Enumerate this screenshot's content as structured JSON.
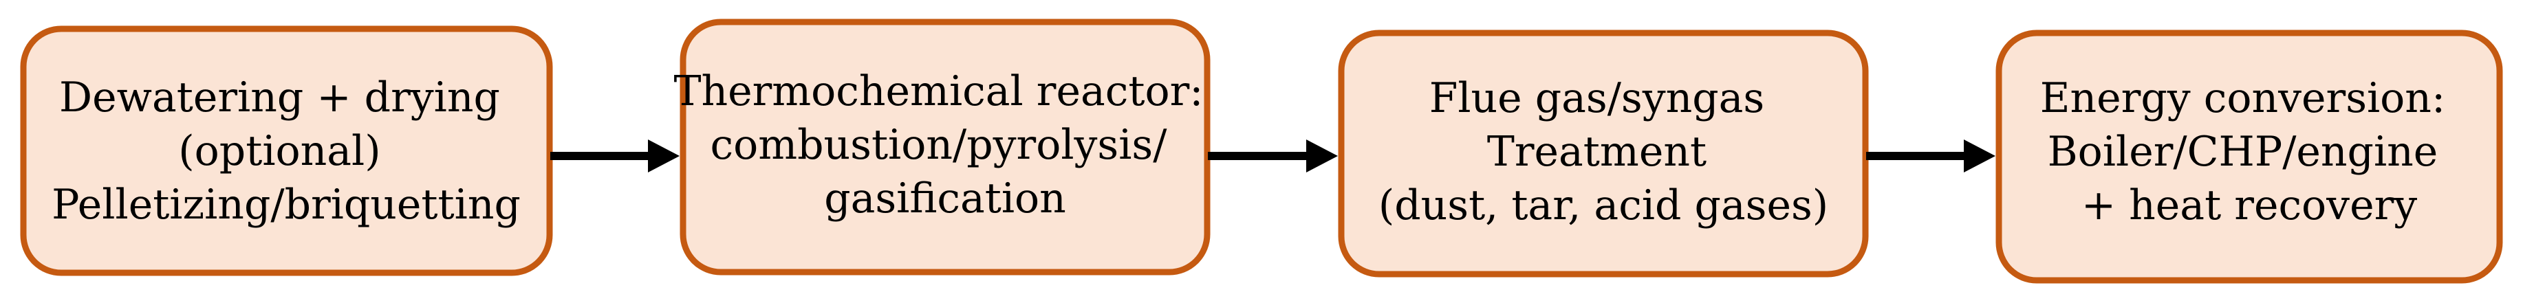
{
  "diagram": {
    "colors": {
      "box_fill": "#FBE4D5",
      "box_stroke": "#C55A11",
      "text": "#000000",
      "arrow": "#000000"
    },
    "nodes": [
      {
        "id": "pretreatment",
        "lines": [
          "Dewatering + drying",
          "(optional)",
          "Pelletizing/briquetting"
        ]
      },
      {
        "id": "reactor",
        "lines": [
          "Thermochemical reactor:",
          "combustion/pyrolysis/",
          "gasification"
        ]
      },
      {
        "id": "gas-treatment",
        "lines": [
          "Flue gas/syngas",
          "Treatment",
          "(dust, tar, acid gases)"
        ]
      },
      {
        "id": "energy-conversion",
        "lines": [
          "Energy conversion:",
          "Boiler/CHP/engine",
          "+ heat recovery"
        ]
      }
    ],
    "edges": [
      {
        "from": "pretreatment",
        "to": "reactor"
      },
      {
        "from": "reactor",
        "to": "gas-treatment"
      },
      {
        "from": "gas-treatment",
        "to": "energy-conversion"
      }
    ]
  }
}
